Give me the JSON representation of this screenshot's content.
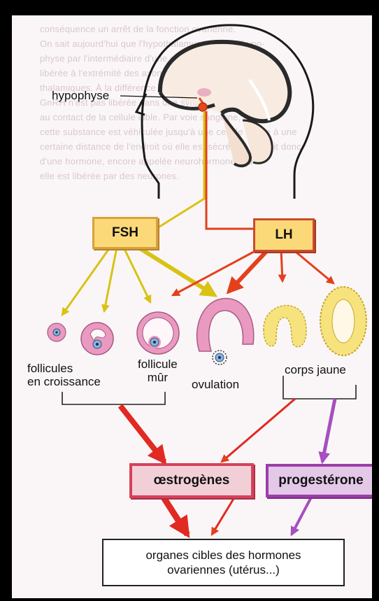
{
  "labels": {
    "hypophyse": "hypophyse",
    "follicules_line1": "follicules",
    "follicules_line2": "en croissance",
    "follicule_line1": "follicule",
    "follicule_line2": "mûr",
    "ovulation": "ovulation",
    "corps_jaune": "corps jaune"
  },
  "hormones": {
    "fsh": "FSH",
    "lh": "LH",
    "oestrogenes": "œstrogènes",
    "progesterone": "progestérone"
  },
  "target": {
    "line1": "organes cibles des hormones",
    "line2": "ovariennes (utérus...)"
  },
  "background_text": [
    "conséquence un arrêt de la fonction ovarienne.",
    "On sait aujourd'hui que l'hypothalamus agit sur l'hypo-",
    "physe par l'intermédiaire d'une substance, la GnRH,",
    "libérée à l'extrémité des axones de neurones hypo-",
    "thalamiques. À la différence des neurotransmetteurs, la",
    "GnRH n'est pas libérée dans une synapse, c'est-à-dire",
    "au contact de la cellule cible. Par voie sanguine,",
    "cette substance est véhiculée jusqu'à une cellule située à une",
    "certaine distance de l'endroit où elle est sécrétée. Il s'agit donc",
    "d'une hormone, encore appelée neurohormone, car",
    "elle est libérée par des neurones."
  ],
  "colors": {
    "fsh_arrows": "#d9c214",
    "lh_arrows": "#e4401c",
    "oestrogene_arrows": "#e02a22",
    "progesterone_arrows": "#a64fc0",
    "follicle_pink": "#ea9ac0",
    "corps_jaune_yellow": "#f7e37e"
  }
}
